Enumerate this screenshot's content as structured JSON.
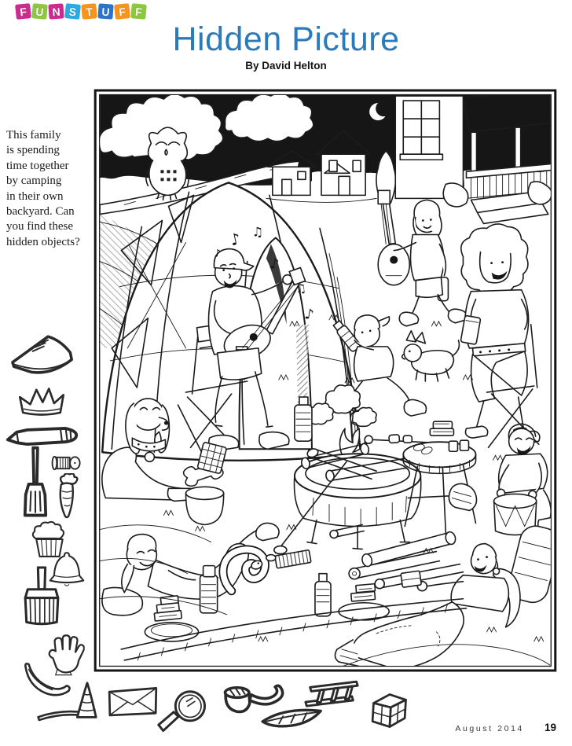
{
  "logo": {
    "name": "FUNSTUFF",
    "letters": [
      "F",
      "U",
      "N",
      "S",
      "T",
      "U",
      "F",
      "F"
    ],
    "tile_colors": [
      "#cb2a8e",
      "#8dc63f",
      "#cb2a8e",
      "#29abe2",
      "#f7941e",
      "#2b74c9",
      "#f7941e",
      "#8dc63f"
    ]
  },
  "header": {
    "title": "Hidden Picture",
    "byline": "By David Helton",
    "title_color": "#2b7ab9"
  },
  "intro": {
    "lines": [
      "This family",
      "is spending",
      "time together",
      "by camping",
      "in their own",
      "backyard. Can",
      "you find these",
      "hidden objects?"
    ]
  },
  "scene": {
    "note_glyphs": [
      "♪",
      "♫"
    ],
    "description": "Black-and-white line drawing: family camping in their backyard at night — dome tent, campfire, dad playing ukulele in a camp chair, boy drinking from a bottle, girl carrying a guitar, mom with phone, drummer boy, kids lounging with s'mores on blankets, two dogs, owl on a branch, houses and crescent moon behind."
  },
  "hidden_objects": {
    "left_column": [
      "slice of pie",
      "crown",
      "crayon",
      "spatula",
      "screw",
      "carrot",
      "cupcake",
      "bell",
      "brush",
      "glove",
      "banana"
    ],
    "bottom_row": [
      "curved stick",
      "cone",
      "envelope",
      "magnifying glass",
      "pipe",
      "leaf",
      "ladder",
      "waffle"
    ]
  },
  "footer": {
    "issue_date": "August 2014",
    "page_number": "19"
  }
}
